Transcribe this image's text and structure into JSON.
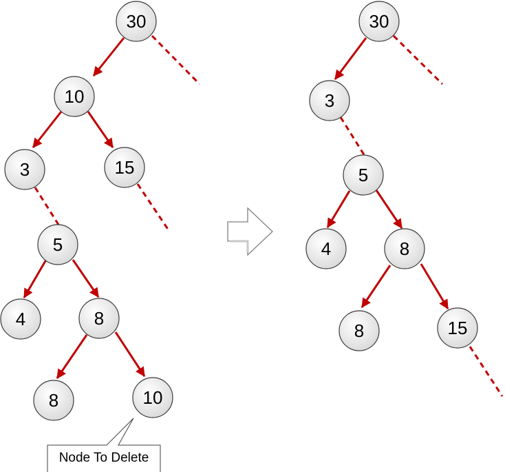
{
  "colors": {
    "edge": "#c00000",
    "node_stroke": "#3a3a3a",
    "node_fill_light": "#ffffff",
    "node_fill_dark": "#d9d9d9",
    "arrow_fill": "#ffffff",
    "arrow_stroke": "#7f7f7f"
  },
  "left_tree": {
    "nodes": [
      {
        "id": "L30",
        "label": "30"
      },
      {
        "id": "L10",
        "label": "10"
      },
      {
        "id": "L3",
        "label": "3"
      },
      {
        "id": "L15",
        "label": "15"
      },
      {
        "id": "L5",
        "label": "5"
      },
      {
        "id": "L4",
        "label": "4"
      },
      {
        "id": "L8",
        "label": "8"
      },
      {
        "id": "L8b",
        "label": "8"
      },
      {
        "id": "L10b",
        "label": "10"
      }
    ]
  },
  "right_tree": {
    "nodes": [
      {
        "id": "R30",
        "label": "30"
      },
      {
        "id": "R3",
        "label": "3"
      },
      {
        "id": "R5",
        "label": "5"
      },
      {
        "id": "R4",
        "label": "4"
      },
      {
        "id": "R8",
        "label": "8"
      },
      {
        "id": "R8b",
        "label": "8"
      },
      {
        "id": "R15",
        "label": "15"
      }
    ]
  },
  "transition_arrow": {
    "icon": "right-arrow-icon"
  },
  "callout": {
    "text": "Node To Delete"
  }
}
